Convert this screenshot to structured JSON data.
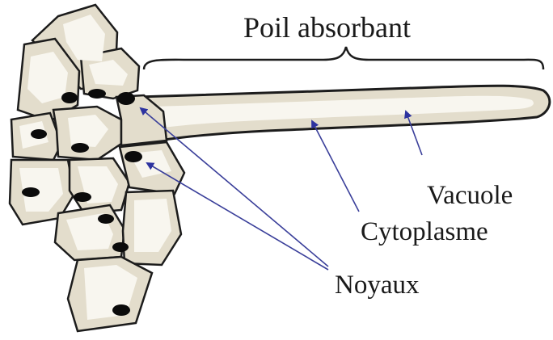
{
  "labels": {
    "title": "Poil absorbant",
    "vacuole": "Vacuole",
    "cytoplasm": "Cytoplasme",
    "nuclei": "Noyaux"
  },
  "colors": {
    "background": "#ffffff",
    "cell_fill": "#e3ddcc",
    "cell_light": "#f8f6ef",
    "outline": "#1c1c1c",
    "nucleus": "#0b0b0b",
    "arrow": "#3a3f9a"
  }
}
